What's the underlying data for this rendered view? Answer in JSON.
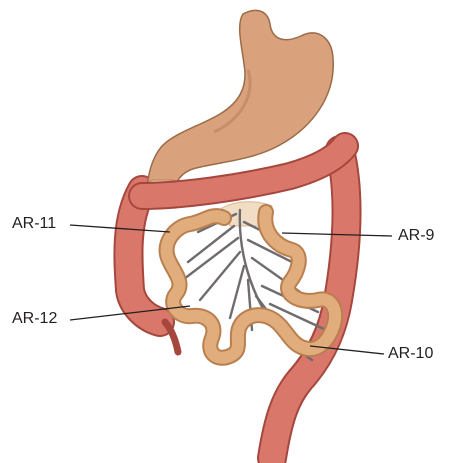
{
  "labels": {
    "ar11": "AR-11",
    "ar12": "AR-12",
    "ar9": "AR-9",
    "ar10": "AR-10"
  },
  "colors": {
    "stomach": "#d9a27c",
    "stomach_shade": "#b9825d",
    "colon": "#d9786a",
    "colon_edge": "#a6473e",
    "small_intestine": "#e2ad7c",
    "small_intestine_edge": "#b97f4f",
    "mesentery_vessels": "#6f6b6f",
    "mesentery_root": "#f1dcc4",
    "leader_lines": "#231f20"
  }
}
